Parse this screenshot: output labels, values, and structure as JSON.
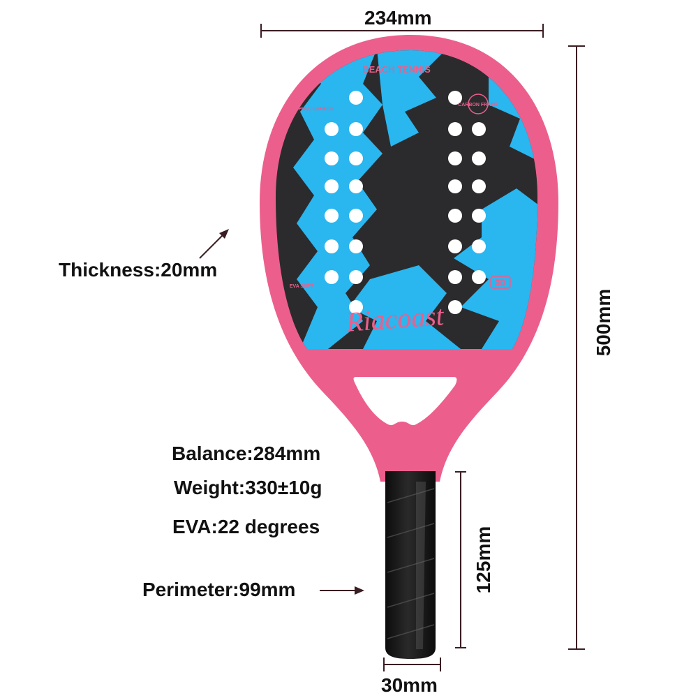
{
  "dimensions": {
    "width_label": "234mm",
    "length_label": "500mm",
    "handle_length_label": "125mm",
    "handle_width_label": "30mm"
  },
  "specs": {
    "thickness": "Thickness:20mm",
    "balance": "Balance:284mm",
    "weight": "Weight:330±10g",
    "eva": "EVA:22 degrees",
    "perimeter": "Perimeter:99mm"
  },
  "paddle": {
    "face_text_top": "BEACH TENNIS",
    "badge_left": "FULL CARBON",
    "badge_right": "CARBON FRAME",
    "badge_eva": "EVA SOFT",
    "badge_3d": "3D",
    "brand": "Riacoast",
    "colors": {
      "frame": "#ec5f8c",
      "face": "#2b2b2d",
      "pattern": "#2ab6ef",
      "grip": "#151515",
      "holes": "#ffffff",
      "dimension_lines": "#3a1d22"
    }
  }
}
